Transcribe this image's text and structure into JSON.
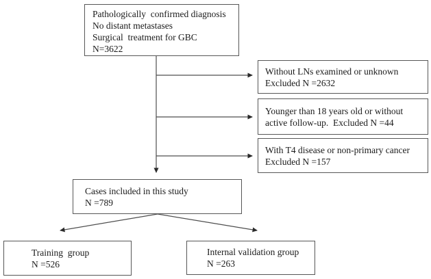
{
  "diagram": {
    "title": "GBC study patient selection flowchart",
    "boxes": {
      "source": {
        "lines": [
          "Pathologically  confirmed diagnosis",
          "No distant metastases",
          "Surgical  treatment for GBC",
          "N=3622"
        ]
      },
      "excluded_1": {
        "lines": [
          "Without LNs examined or unknown",
          "Excluded N =2632"
        ]
      },
      "excluded_2": {
        "lines": [
          "Younger than 18 years old or without",
          "active follow-up.  Excluded N =44"
        ]
      },
      "excluded_3": {
        "lines": [
          "With T4 disease or non-primary cancer",
          "Excluded N =157"
        ]
      },
      "included": {
        "lines": [
          "Cases included in this study",
          "N =789"
        ]
      },
      "training": {
        "lines": [
          "Training  group",
          "N =526"
        ]
      },
      "validation": {
        "lines": [
          "Internal validation group",
          "N =263"
        ]
      }
    },
    "colors": {
      "background": "#ffffff",
      "box_border": "#565656",
      "connector_line": "#4d4d4d",
      "arrowhead": "#2b2b2b",
      "text": "#1a1a1a"
    }
  }
}
